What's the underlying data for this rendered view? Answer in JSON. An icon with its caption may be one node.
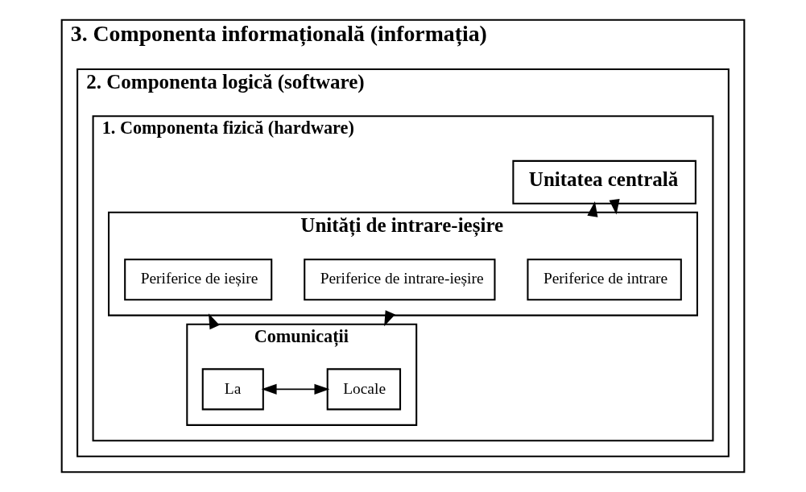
{
  "diagram": {
    "nodes": [
      {
        "text": [
          "3. Componenta informațională (informația)"
        ]
      },
      {
        "text": [
          "2. Componenta logică (software)"
        ],
        "in": 0
      },
      {
        "text": [
          "1. Componenta fizică (hardware)"
        ],
        "in": 1
      },
      {
        "text": [
          "Unitatea centrală"
        ],
        "in": 2
      },
      {
        "text": [
          "Unități de intrare-ieșire"
        ],
        "in": 2
      },
      {
        "text": [
          "Periferice de intrare"
        ],
        "in": 4
      },
      {
        "text": [
          "Periferice de intrare-ieșire"
        ],
        "in": 4
      },
      {
        "text": [
          "Periferice de ieșire"
        ],
        "in": 4
      },
      {
        "text": [
          "Comunicații"
        ],
        "in": 2
      },
      {
        "text": [
          "Locale"
        ],
        "in": 8
      },
      {
        "text": [
          "La"
        ],
        "in": 8
      }
    ],
    "edges": [
      {
        "from": 3,
        "to": 4,
        "arrow": "to"
      },
      {
        "from": 4,
        "to": 3,
        "arrow": "to"
      },
      {
        "from": 4,
        "to": 8,
        "arrow": "to"
      },
      {
        "from": 8,
        "to": 4,
        "arrow": "to"
      },
      {
        "from": 9,
        "to": 10,
        "arrow": "both"
      }
    ]
  }
}
